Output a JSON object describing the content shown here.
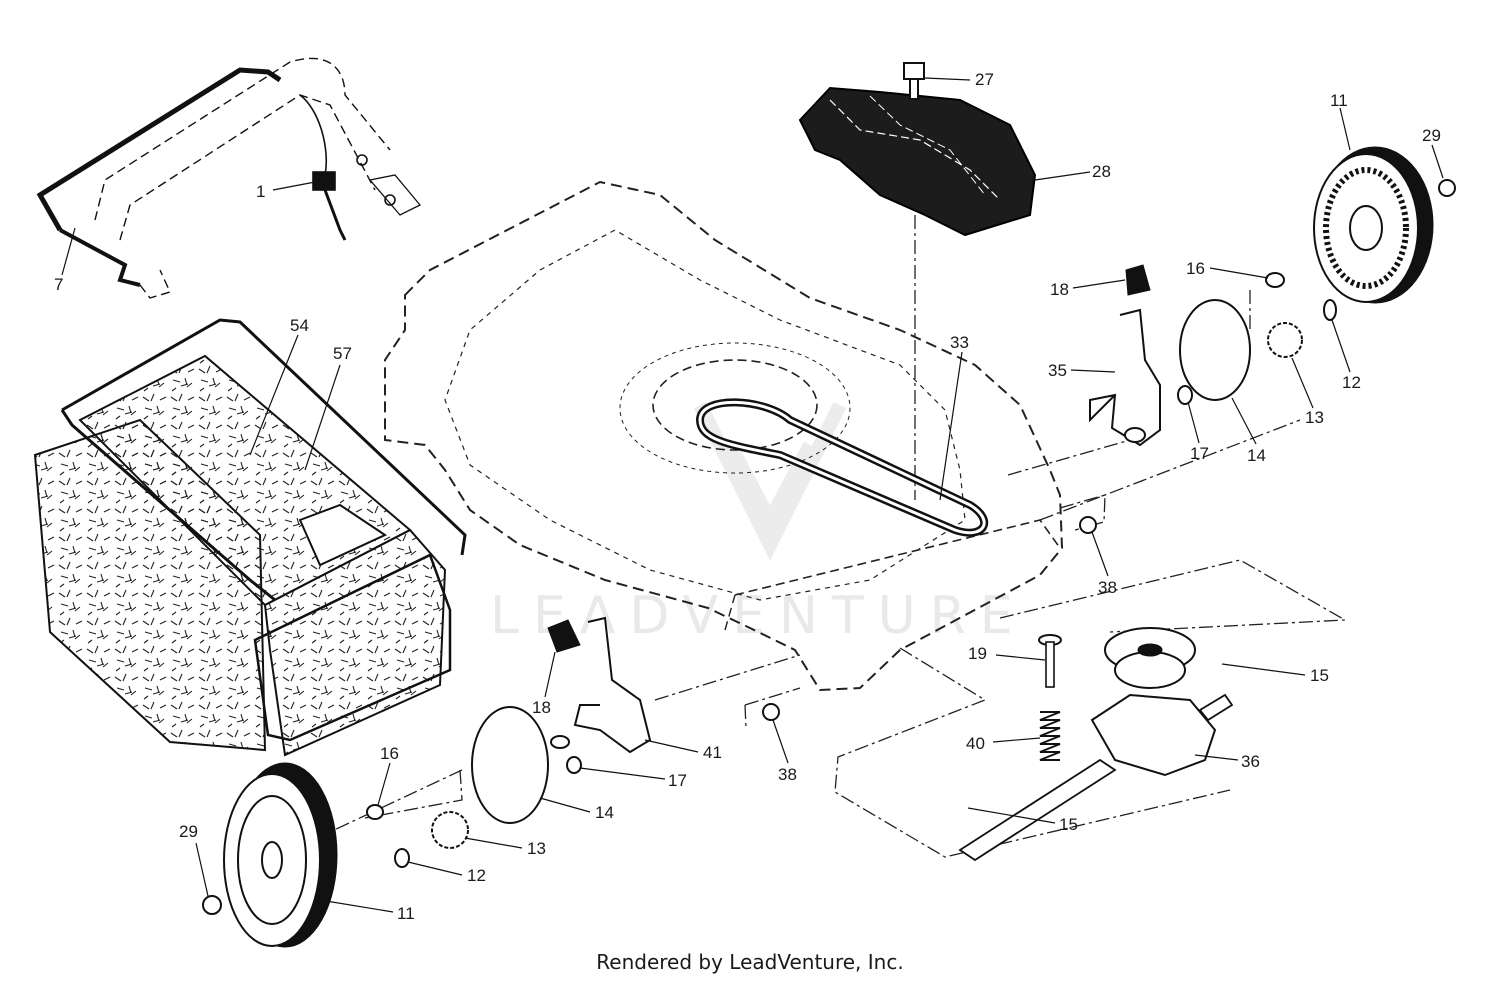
{
  "caption": "Rendered by LeadVenture, Inc.",
  "watermark": "LEADVENTURE",
  "callouts": [
    {
      "id": "c1",
      "label": "1"
    },
    {
      "id": "c7",
      "label": "7"
    },
    {
      "id": "c54",
      "label": "54"
    },
    {
      "id": "c57",
      "label": "57"
    },
    {
      "id": "c27",
      "label": "27"
    },
    {
      "id": "c28",
      "label": "28"
    },
    {
      "id": "c33",
      "label": "33"
    },
    {
      "id": "c18a",
      "label": "18"
    },
    {
      "id": "c35",
      "label": "35"
    },
    {
      "id": "c16a",
      "label": "16"
    },
    {
      "id": "c11a",
      "label": "11"
    },
    {
      "id": "c29a",
      "label": "29"
    },
    {
      "id": "c12a",
      "label": "12"
    },
    {
      "id": "c13a",
      "label": "13"
    },
    {
      "id": "c14a",
      "label": "14"
    },
    {
      "id": "c17a",
      "label": "17"
    },
    {
      "id": "c38a",
      "label": "38"
    },
    {
      "id": "c15a",
      "label": "15"
    },
    {
      "id": "c19",
      "label": "19"
    },
    {
      "id": "c40",
      "label": "40"
    },
    {
      "id": "c36",
      "label": "36"
    },
    {
      "id": "c15b",
      "label": "15"
    },
    {
      "id": "c38b",
      "label": "38"
    },
    {
      "id": "c41",
      "label": "41"
    },
    {
      "id": "c17b",
      "label": "17"
    },
    {
      "id": "c18b",
      "label": "18"
    },
    {
      "id": "c16b",
      "label": "16"
    },
    {
      "id": "c14b",
      "label": "14"
    },
    {
      "id": "c13b",
      "label": "13"
    },
    {
      "id": "c12b",
      "label": "12"
    },
    {
      "id": "c29b",
      "label": "29"
    },
    {
      "id": "c11b",
      "label": "11"
    }
  ]
}
